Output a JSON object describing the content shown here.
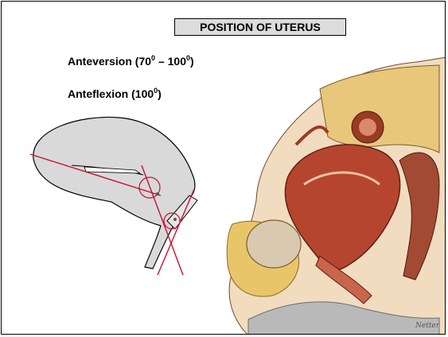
{
  "slide": {
    "title": "POSITION OF UTERUS",
    "anteversion": {
      "prefix": "Anteversion (70",
      "degree1": "0",
      "dash": " – 100",
      "degree2": "0",
      "suffix": ")"
    },
    "anteflexion": {
      "prefix": "Anteflexion (100",
      "degree": "0",
      "suffix": ")"
    },
    "signature": "Netter"
  },
  "colors": {
    "title_bg": "#dcdcdc",
    "diagram_fill": "#d9d9d9",
    "axis_line": "#c8102e",
    "tissue_yellow": "#e9c56a",
    "uterus_red": "#b5452e",
    "muscle_brown": "#9b3b22",
    "skin_grey": "#b9b9b9"
  },
  "icons": [
    "anatomy-illustration",
    "uterus-diagram"
  ]
}
